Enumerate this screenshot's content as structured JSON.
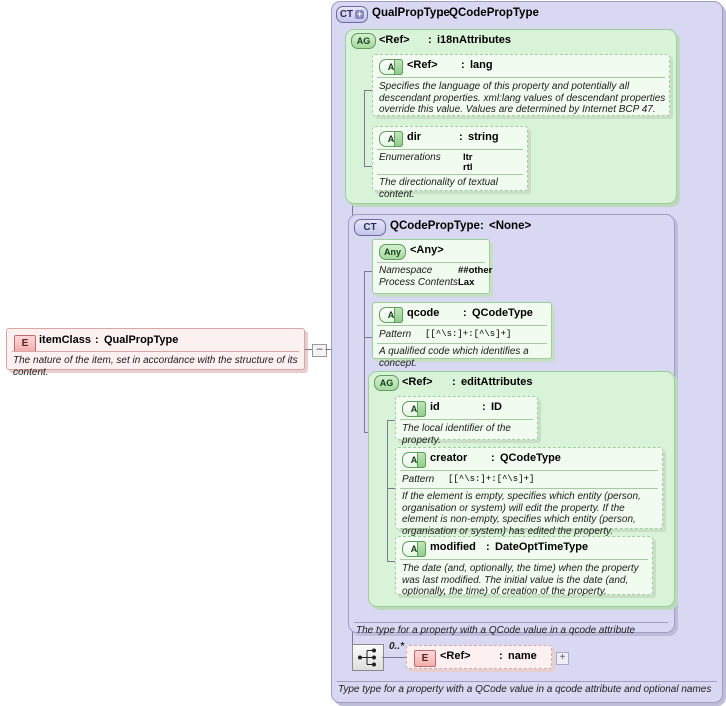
{
  "diagram": {
    "kind": "xsd-schema-documentation",
    "colors": {
      "complex_type_bg": "#d8d8f2",
      "complex_type_border": "#9e9ec4",
      "attribute_group_bg": "#d8f3d8",
      "attribute_group_border": "#9ccf9c",
      "attribute_card_bg": "#f2fbf0",
      "element_card_bg": "#fdf0f0",
      "element_card_border": "#d9a6a6",
      "connector_line": "#7a7a8c"
    }
  },
  "root_element": {
    "badge": "E",
    "name": "itemClass",
    "separator": ":",
    "type": "QualPropType",
    "documentation": "The nature of the item, set in accordance with the structure of its content.",
    "collapser": "–"
  },
  "qual_prop_type": {
    "badge": "CT",
    "badge_expander": "+",
    "name": "QualPropType",
    "separator": ":",
    "type": "QCodePropType"
  },
  "i18n_group": {
    "badge": "AG",
    "name": "<Ref>",
    "separator": ":",
    "type": "i18nAttributes",
    "attributes": [
      {
        "badge": "A",
        "name": "<Ref>",
        "separator": ":",
        "type": "lang",
        "optional": true,
        "documentation": "Specifies the language of this property and potentially all descendant properties. xml:lang values of descendant properties override this value. Values are determined by Internet BCP 47."
      },
      {
        "badge": "A",
        "name": "dir",
        "separator": ":",
        "type": "string",
        "optional": true,
        "facets": [
          {
            "label": "Enumerations",
            "values": [
              "ltr",
              "rtl"
            ]
          }
        ],
        "documentation": "The directionality of textual content."
      }
    ]
  },
  "qcode_prop_type": {
    "badge": "CT",
    "name": "QCodePropType",
    "separator": ":",
    "type": "<None>",
    "caption": "The type for a property with a QCode value in a qcode attribute",
    "any": {
      "badge": "Any",
      "name": "<Any>",
      "facets": [
        {
          "label": "Namespace",
          "value": "##other"
        },
        {
          "label": "Process Contents",
          "value": "Lax"
        }
      ]
    },
    "qcode": {
      "badge": "A",
      "name": "qcode",
      "separator": ":",
      "type": "QCodeType",
      "optional": false,
      "facets": [
        {
          "label": "Pattern",
          "value": "[[^\\s:]+:[^\\s]+]"
        }
      ],
      "documentation": "A qualified code which identifies a concept."
    },
    "edit_group": {
      "badge": "AG",
      "name": "<Ref>",
      "separator": ":",
      "type": "editAttributes",
      "attributes": [
        {
          "badge": "A",
          "name": "id",
          "separator": ":",
          "type": "ID",
          "optional": true,
          "documentation": "The local identifier of the property."
        },
        {
          "badge": "A",
          "name": "creator",
          "separator": ":",
          "type": "QCodeType",
          "optional": true,
          "facets": [
            {
              "label": "Pattern",
              "value": "[[^\\s:]+:[^\\s]+]"
            }
          ],
          "documentation": "If the element is empty, specifies which entity (person, organisation or system) will edit the property. If the element is non-empty, specifies which entity (person, organisation or system) has edited the property."
        },
        {
          "badge": "A",
          "name": "modified",
          "separator": ":",
          "type": "DateOptTimeType",
          "optional": true,
          "documentation": "The date (and, optionally, the time) when the property was last modified. The initial value is the date (and, optionally, the time) of creation of the property."
        }
      ]
    }
  },
  "sequence": {
    "icon": "sequence-icon",
    "cardinality": "0..*",
    "element": {
      "badge": "E",
      "name": "<Ref>",
      "separator": ":",
      "type": "name",
      "expander": "+"
    }
  },
  "bottom_caption": "Type type for a property with a  QCode value in a qcode attribute and optional names"
}
